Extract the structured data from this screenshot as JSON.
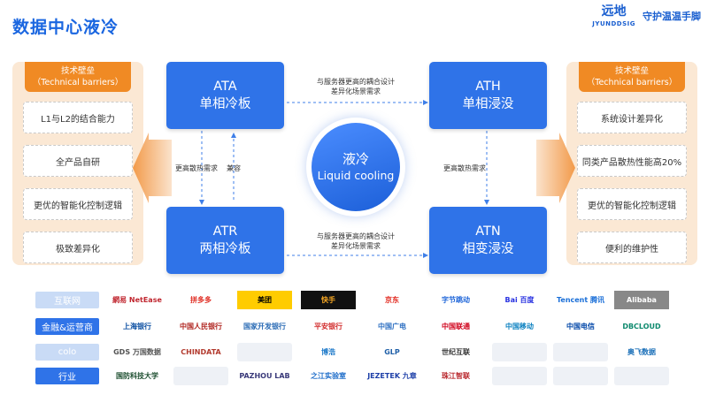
{
  "page": {
    "title": "数据中心液冷"
  },
  "brand": {
    "logo_text": "远地",
    "logo_sub": "JYUNDDSIG",
    "slogan": "守护温温手脚"
  },
  "left_panel": {
    "header_line1": "技术壁垒",
    "header_line2": "（Technical barriers）",
    "items": [
      "L1与L2的结合能力",
      "全产品自研",
      "更优的智能化控制逻辑",
      "极致差异化"
    ]
  },
  "right_panel": {
    "header_line1": "技术壁垒",
    "header_line2": "（Technical barriers）",
    "items": [
      "系统设计差异化",
      "同类产品散热性能高20%",
      "更优的智能化控制逻辑",
      "便利的维护性"
    ]
  },
  "center": {
    "zh": "液冷",
    "en": "Liquid cooling"
  },
  "boxes": {
    "ata": {
      "code": "ATA",
      "name": "单相冷板"
    },
    "ath": {
      "code": "ATH",
      "name": "单相浸没"
    },
    "atr": {
      "code": "ATR",
      "name": "两相冷板"
    },
    "atn": {
      "code": "ATN",
      "name": "相变浸没"
    }
  },
  "notes": {
    "top_line1": "与服务器更高的耦合设计",
    "top_line2": "差异化场景需求",
    "bottom_line1": "与服务器更高的耦合设计",
    "bottom_line2": "差异化场景需求",
    "left_down": "更高散热需求",
    "left_up": "兼容",
    "right_down": "更高散热需求"
  },
  "categories": [
    {
      "label": "互联网",
      "style": "light"
    },
    {
      "label": "金融&运营商",
      "style": "solid"
    },
    {
      "label": "colo",
      "style": "light"
    },
    {
      "label": "行业",
      "style": "solid"
    }
  ],
  "logos": [
    [
      "網易 NetEase",
      "拼多多",
      "美团",
      "快手",
      "京东",
      "字节跳动",
      "Bai 百度",
      "Tencent 腾讯",
      "Alibaba"
    ],
    [
      "上海银行",
      "中国人民银行",
      "国家开发银行",
      "平安银行",
      "中国广电",
      "中国联通",
      "中国移动",
      "中国电信",
      "DBCLOUD"
    ],
    [
      "GDS 万国数据",
      "CHINDATA",
      "",
      "博浩",
      "GLP",
      "世纪互联",
      "",
      "",
      "奥飞数据"
    ],
    [
      "国防科技大学",
      "",
      "PAZHOU LAB",
      "之江实验室",
      "JEZETEK 九章",
      "珠江智联",
      "",
      "",
      ""
    ]
  ]
}
